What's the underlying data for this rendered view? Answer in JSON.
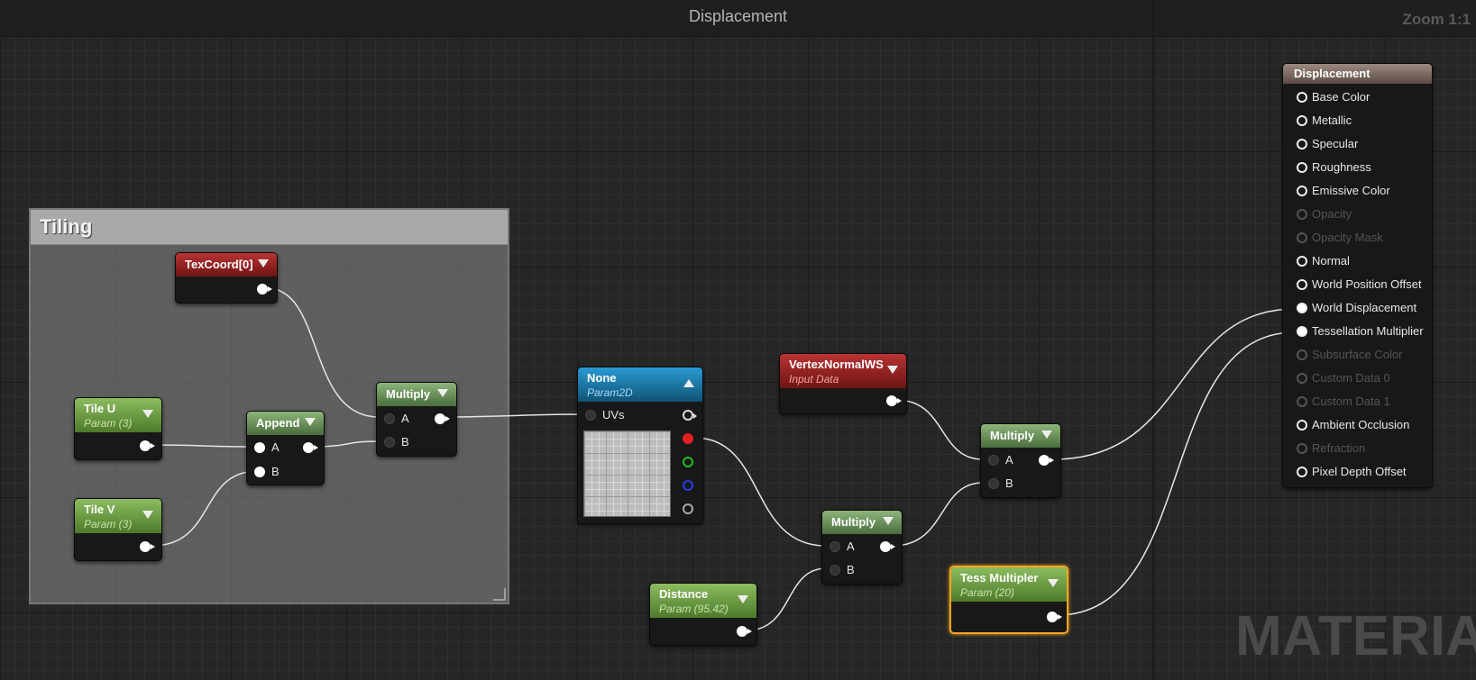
{
  "graph": {
    "title": "Displacement",
    "zoom": "Zoom 1:1",
    "watermark": "MATERIAL"
  },
  "comment": {
    "label": "Tiling"
  },
  "nodes": {
    "texcoord": {
      "title": "TexCoord[0]",
      "color": "#8f2222"
    },
    "tile_u": {
      "title": "Tile U",
      "subtitle": "Param (3)"
    },
    "tile_v": {
      "title": "Tile V",
      "subtitle": "Param (3)"
    },
    "append": {
      "title": "Append",
      "pin_a": "A",
      "pin_b": "B"
    },
    "multiply1": {
      "title": "Multiply",
      "pin_a": "A",
      "pin_b": "B"
    },
    "texture": {
      "title": "None",
      "subtitle": "Param2D",
      "pin_uvs": "UVs"
    },
    "vertex_normal": {
      "title": "VertexNormalWS",
      "subtitle": "Input Data"
    },
    "multiply2": {
      "title": "Multiply",
      "pin_a": "A",
      "pin_b": "B"
    },
    "multiply3": {
      "title": "Multiply",
      "pin_a": "A",
      "pin_b": "B"
    },
    "distance": {
      "title": "Distance",
      "subtitle": "Param (95.42)"
    },
    "tess": {
      "title": "Tess Multipler",
      "subtitle": "Param (20)"
    }
  },
  "material": {
    "title": "Displacement",
    "inputs": [
      {
        "label": "Base Color",
        "enabled": true,
        "connected": false
      },
      {
        "label": "Metallic",
        "enabled": true,
        "connected": false
      },
      {
        "label": "Specular",
        "enabled": true,
        "connected": false
      },
      {
        "label": "Roughness",
        "enabled": true,
        "connected": false
      },
      {
        "label": "Emissive Color",
        "enabled": true,
        "connected": false
      },
      {
        "label": "Opacity",
        "enabled": false,
        "connected": false
      },
      {
        "label": "Opacity Mask",
        "enabled": false,
        "connected": false
      },
      {
        "label": "Normal",
        "enabled": true,
        "connected": false
      },
      {
        "label": "World Position Offset",
        "enabled": true,
        "connected": false
      },
      {
        "label": "World Displacement",
        "enabled": true,
        "connected": true
      },
      {
        "label": "Tessellation Multiplier",
        "enabled": true,
        "connected": true
      },
      {
        "label": "Subsurface Color",
        "enabled": false,
        "connected": false
      },
      {
        "label": "Custom Data 0",
        "enabled": false,
        "connected": false
      },
      {
        "label": "Custom Data 1",
        "enabled": false,
        "connected": false
      },
      {
        "label": "Ambient Occlusion",
        "enabled": true,
        "connected": false
      },
      {
        "label": "Refraction",
        "enabled": false,
        "connected": false
      },
      {
        "label": "Pixel Depth Offset",
        "enabled": true,
        "connected": false
      }
    ]
  },
  "colors": {
    "pin_red": "#e02020",
    "pin_green": "#20c020",
    "pin_blue": "#2040e0",
    "selection": "#f5a623"
  }
}
